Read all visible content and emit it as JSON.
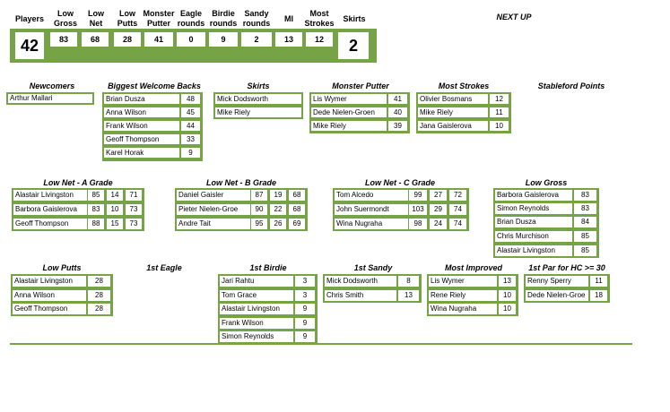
{
  "header": {
    "players": "Players",
    "low_gross": "Low\nGross",
    "low_net": "Low\nNet",
    "low_putts": "Low\nPutts",
    "monster_putter": "Monster\nPutter",
    "eagle_rounds": "Eagle\nrounds",
    "birdie_rounds": "Birdie\nrounds",
    "sandy_rounds": "Sandy\nrounds",
    "mi": "MI",
    "most_strokes": "Most\nStrokes",
    "skirts": "Skirts",
    "next_up": "NEXT UP"
  },
  "stats": {
    "players": "42",
    "low_gross": "83",
    "low_net": "68",
    "low_putts": "28",
    "monster_putter": "41",
    "eagle_rounds": "0",
    "birdie_rounds": "9",
    "sandy_rounds": "2",
    "mi": "13",
    "most_strokes": "12",
    "skirts": "2"
  },
  "sections": {
    "newcomers": {
      "title": "Newcomers",
      "rows": [
        [
          "Arthur Mallari"
        ]
      ]
    },
    "welcome_backs": {
      "title": "Biggest Welcome Backs",
      "rows": [
        [
          "Brian Dusza",
          "48"
        ],
        [
          "Anna Wilson",
          "45"
        ],
        [
          "Frank Wilson",
          "44"
        ],
        [
          "Geoff Thompson",
          "33"
        ],
        [
          "Karel Horak",
          "9"
        ]
      ]
    },
    "skirts": {
      "title": "Skirts",
      "rows": [
        [
          "Mick Dodsworth"
        ],
        [
          "Mike Riely"
        ]
      ]
    },
    "monster_putter": {
      "title": "Monster Putter",
      "rows": [
        [
          "Lis Wymer",
          "41"
        ],
        [
          "Dede Nielen-Groen",
          "40"
        ],
        [
          "Mike Riely",
          "39"
        ]
      ]
    },
    "most_strokes": {
      "title": "Most Strokes",
      "rows": [
        [
          "Olivier Bosmans",
          "12"
        ],
        [
          "Mike Riely",
          "11"
        ],
        [
          "Jana Gaislerova",
          "10"
        ]
      ]
    },
    "stableford": {
      "title": "Stableford Points"
    },
    "low_net_a": {
      "title": "Low Net - A Grade",
      "rows": [
        [
          "Alastair Livingston",
          "85",
          "14",
          "71"
        ],
        [
          "Barbora Gaislerova",
          "83",
          "10",
          "73"
        ],
        [
          "Geoff Thompson",
          "88",
          "15",
          "73"
        ]
      ]
    },
    "low_net_b": {
      "title": "Low Net - B Grade",
      "rows": [
        [
          "Daniel Gaisler",
          "87",
          "19",
          "68"
        ],
        [
          "Pieter Nielen-Groe",
          "90",
          "22",
          "68"
        ],
        [
          "Andre Tait",
          "95",
          "26",
          "69"
        ]
      ]
    },
    "low_net_c": {
      "title": "Low Net - C Grade",
      "rows": [
        [
          "Tom Alcedo",
          "99",
          "27",
          "72"
        ],
        [
          "John Suermondt",
          "103",
          "29",
          "74"
        ],
        [
          "Wina Nugraha",
          "98",
          "24",
          "74"
        ]
      ]
    },
    "low_gross": {
      "title": "Low Gross",
      "rows": [
        [
          "Barbora Gaislerova",
          "83"
        ],
        [
          "Simon Reynolds",
          "83"
        ],
        [
          "Brian Dusza",
          "84"
        ],
        [
          "Chris Murchison",
          "85"
        ],
        [
          "Alastair Livingston",
          "85"
        ]
      ]
    },
    "low_putts": {
      "title": "Low Putts",
      "rows": [
        [
          "Alastair Livingston",
          "28"
        ],
        [
          "Anna Wilson",
          "28"
        ],
        [
          "Geoff Thompson",
          "28"
        ]
      ]
    },
    "first_eagle": {
      "title": "1st Eagle"
    },
    "first_birdie": {
      "title": "1st Birdie",
      "rows": [
        [
          "Jari Rahtu",
          "3"
        ],
        [
          "Tom Grace",
          "3"
        ],
        [
          "Alastair Livingston",
          "9"
        ],
        [
          "Frank Wilson",
          "9"
        ],
        [
          "Simon Reynolds",
          "9"
        ]
      ]
    },
    "first_sandy": {
      "title": "1st Sandy",
      "rows": [
        [
          "Mick Dodsworth",
          "8"
        ],
        [
          "Chris Smith",
          "13"
        ]
      ]
    },
    "most_improved": {
      "title": "Most Improved",
      "rows": [
        [
          "Lis Wymer",
          "13"
        ],
        [
          "Rene Riely",
          "10"
        ],
        [
          "Wina Nugraha",
          "10"
        ]
      ]
    },
    "first_par": {
      "title": "1st Par for HC >= 30",
      "rows": [
        [
          "Renny Sperry",
          "11"
        ],
        [
          "Dede Nielen-Groe",
          "18"
        ]
      ]
    }
  }
}
